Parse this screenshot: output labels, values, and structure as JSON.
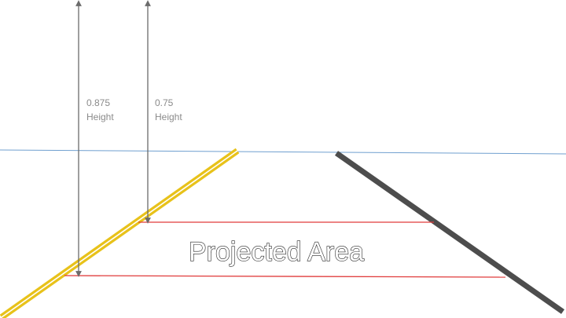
{
  "labels": {
    "measure_a_value": "0.875",
    "measure_a_unit": "Height",
    "measure_b_value": "0.75",
    "measure_b_unit": "Height",
    "area_title": "Projected Area"
  },
  "colors": {
    "horizon": "#6f9fcf",
    "left_rail": "#e8c21a",
    "right_rail": "#4d4d4d",
    "projection_line": "#e03b3b",
    "arrow": "#6b6b6b"
  }
}
